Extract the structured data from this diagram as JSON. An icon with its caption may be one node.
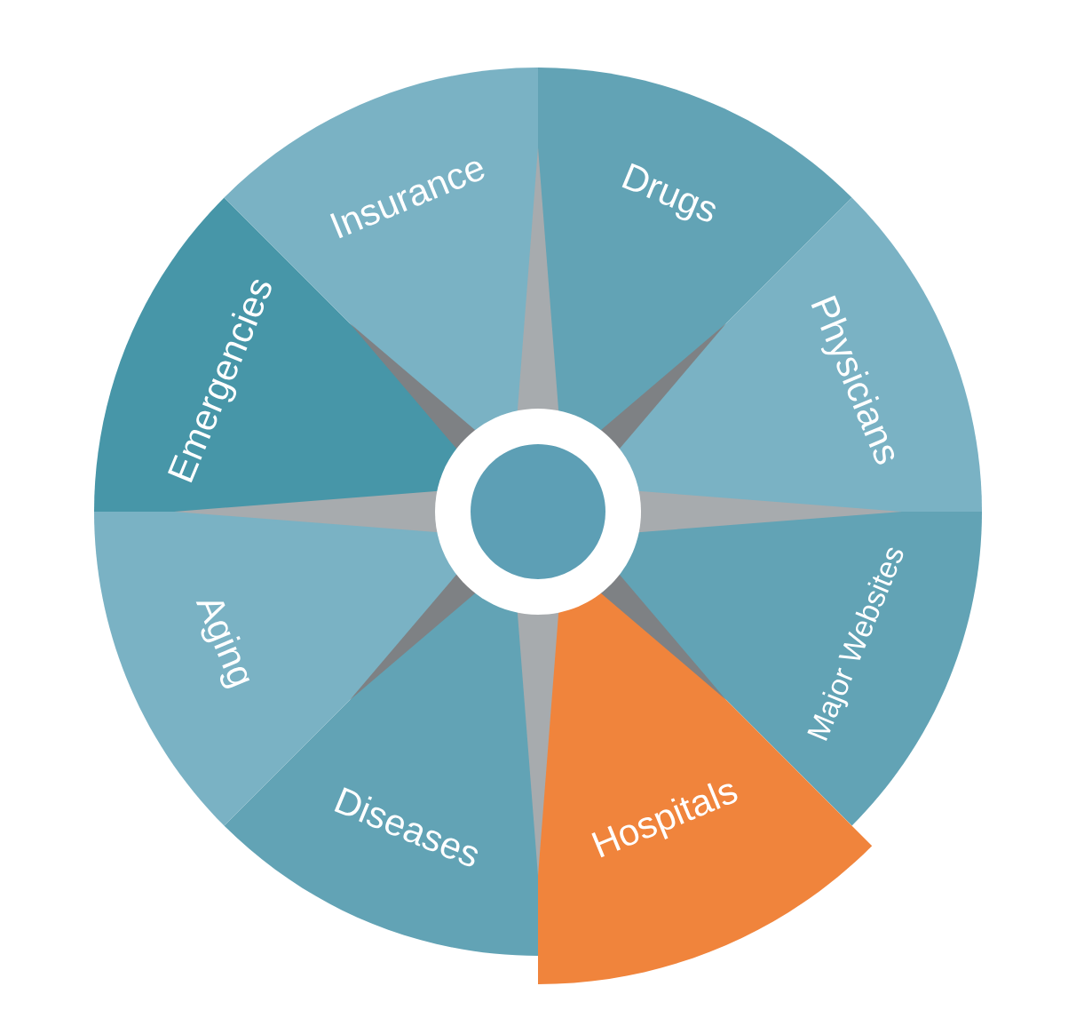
{
  "diagram": {
    "nodes": [
      {
        "text": [
          "Drugs"
        ]
      },
      {
        "text": [
          "Physicians"
        ]
      },
      {
        "text": [
          "Major Websites"
        ]
      },
      {
        "text": [
          "Hospitals"
        ]
      },
      {
        "text": [
          "Diseases"
        ]
      },
      {
        "text": [
          "Aging"
        ]
      },
      {
        "text": [
          "Emergencies"
        ]
      },
      {
        "text": [
          "Insurance"
        ]
      }
    ]
  }
}
